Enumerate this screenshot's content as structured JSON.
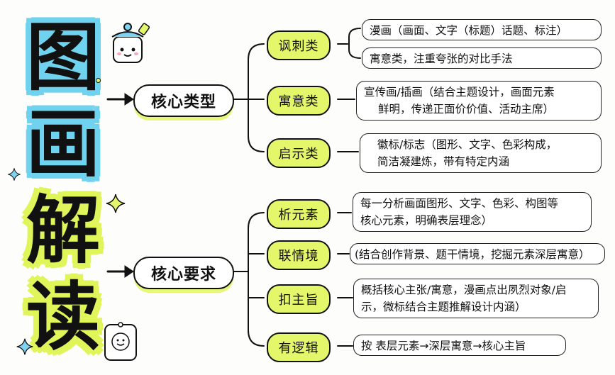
{
  "title_chars": [
    "图",
    "画",
    "解",
    "读"
  ],
  "core_types": {
    "label": "核心类型",
    "items": [
      {
        "label": "讽刺类",
        "desc": "漫画（画面、文字（标题）话题、标注）"
      },
      {
        "label": "",
        "desc": "寓意类，注重夸张的对比手法"
      },
      {
        "label": "寓意类",
        "desc_lines": [
          "宣传画/插画（结合主题设计，画面元素",
          "鲜明，传递正面价价值、活动主席）"
        ]
      },
      {
        "label": "启示类",
        "desc_lines": [
          "徽标/标志（图形、文字、色彩构成，",
          "简洁凝建炼，带有特定内涵"
        ]
      }
    ]
  },
  "core_requirements": {
    "label": "核心要求",
    "items": [
      {
        "label": "析元素",
        "desc_lines": [
          "每一分析画面图形、文字、色彩、构图等",
          "核心元素，明确表层理念）"
        ]
      },
      {
        "label": "联情境",
        "desc": "(结合创作背景、题干情境，挖掘元素深层寓意）"
      },
      {
        "label": "扣主旨",
        "desc_lines": [
          "概括核心主张/寓意，漫画点出夙烈对象/启",
          "示，微标结合主题推解设计内涵）"
        ]
      },
      {
        "label": "有逻辑",
        "desc": "按 表层元素→深层寓意→核心主旨"
      }
    ]
  },
  "colors": {
    "lime": "#e4f66a",
    "cyan": "#6fd3ef",
    "ink": "#111111"
  },
  "icons": [
    "arrow-right-icon",
    "robot-mascot-icon",
    "smiley-card-icon",
    "sparkle-icon"
  ]
}
